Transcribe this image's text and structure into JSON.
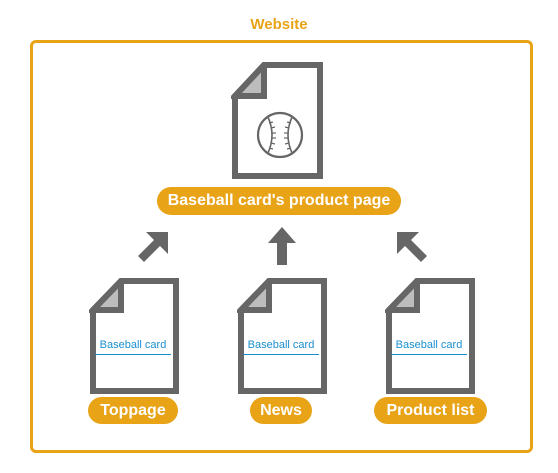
{
  "website": {
    "title": "Website"
  },
  "main_page": {
    "label": "Baseball card's product page",
    "icon": "baseball-icon"
  },
  "sources": [
    {
      "label": "Toppage",
      "link_text": "Baseball card",
      "arrow_direction": "up-right"
    },
    {
      "label": "News",
      "link_text": "Baseball card",
      "arrow_direction": "up"
    },
    {
      "label": "Product list",
      "link_text": "Baseball card",
      "arrow_direction": "up-left"
    }
  ],
  "colors": {
    "accent": "#e8a317",
    "document_stroke": "#666666",
    "document_fold": "#bdbdbd",
    "link": "#1a8fd0",
    "arrow": "#666666"
  }
}
